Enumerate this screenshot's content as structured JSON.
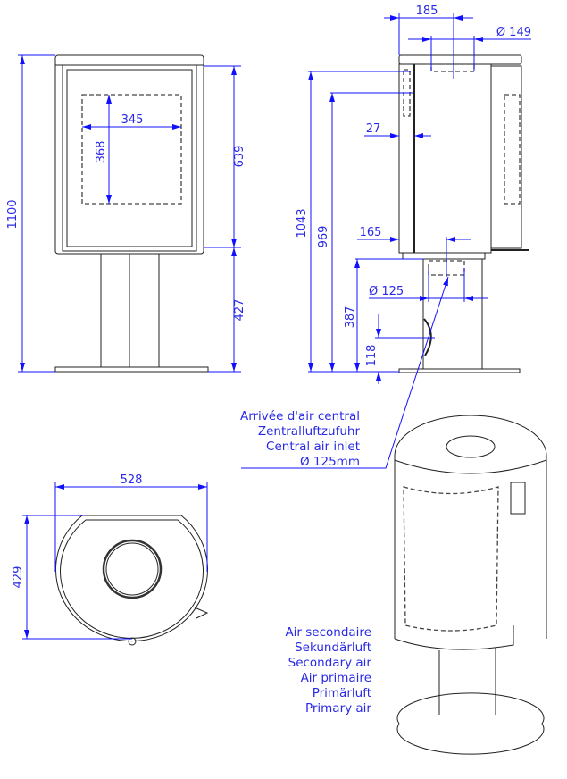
{
  "front_view": {
    "height_total": "1100",
    "door_width": "345",
    "door_height": "368",
    "body_height": "639",
    "pedestal_height": "427"
  },
  "side_view": {
    "outlet_offset": "185",
    "outlet_diameter": "Ø 149",
    "wall": "27",
    "height_top": "1043",
    "height_rear": "969",
    "inlet_offset": "165",
    "inlet_diameter": "Ø 125",
    "pedestal_height": "387",
    "inlet_height": "118"
  },
  "top_view": {
    "width": "528",
    "depth": "429"
  },
  "central_air_labels": [
    "Arrivée d'air central",
    "Zentralluftzufuhr",
    "Central air inlet",
    "Ø 125mm"
  ],
  "air_labels": [
    "Air secondaire",
    "Sekundärluft",
    "Secondary air",
    "Air primaire",
    "Primärluft",
    "Primary air"
  ],
  "colors": {
    "dimension": "#1010ff",
    "outline": "#222222"
  }
}
